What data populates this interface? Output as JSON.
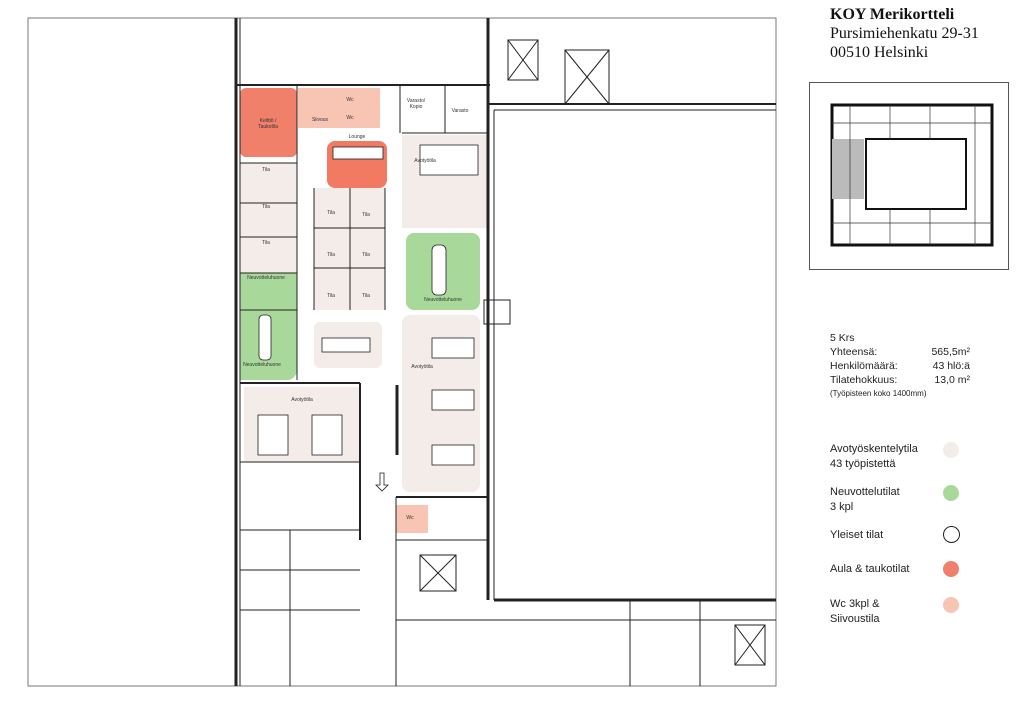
{
  "header": {
    "title": "KOY Merikortteli",
    "street": "Pursimiehenkatu 29-31",
    "city": "00510 Helsinki"
  },
  "stats": {
    "floor": "5 Krs",
    "total_label": "Yhteensä:",
    "total_value": "565,5m²",
    "persons_label": "Henkilömäärä:",
    "persons_value": "43 hlö:ä",
    "efficiency_label": "Tilatehokkuus:",
    "efficiency_value": "13,0 m²",
    "note": "(Työpisteen koko 1400mm)"
  },
  "legend": [
    {
      "line1": "Avotyöskentelytila",
      "line2": "43 työpistettä",
      "color": "#f4ece8"
    },
    {
      "line1": "Neuvottelutilat",
      "line2": "3 kpl",
      "color": "#a9d99a"
    },
    {
      "line1": "Yleiset tilat",
      "line2": "",
      "color": "#ffffff"
    },
    {
      "line1": "Aula & taukotilat",
      "line2": "",
      "color": "#f0806a"
    },
    {
      "line1": "Wc 3kpl &",
      "line2": "Siivoustila",
      "color": "#f8c4b4"
    }
  ],
  "rooms": {
    "kitchen": "Keittiö / Taukotila",
    "cleaning": "Siivous",
    "wc": "Wc",
    "storage_copy": "Varasto/ Kopio",
    "storage": "Varasto",
    "lounge": "Lounge",
    "room": "Tila",
    "meeting": "Neuvotteluhuone",
    "open_office": "Avotyötila"
  }
}
